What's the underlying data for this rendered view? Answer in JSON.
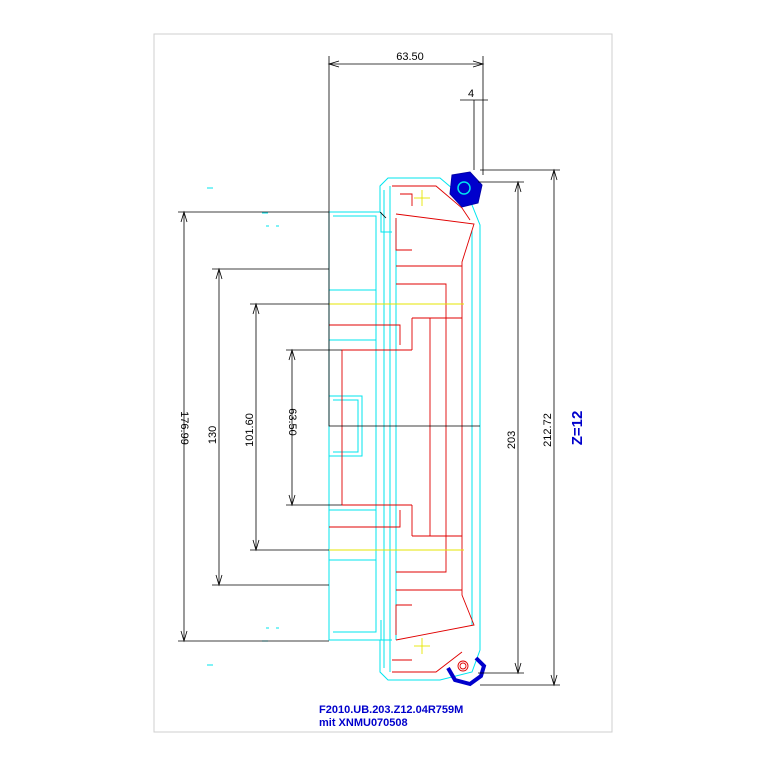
{
  "drawing": {
    "part_number": "F2010.UB.203.Z12.04R759M",
    "insert_note": "mit XNMU070508",
    "teeth_label": "Z=12",
    "dimensions": {
      "width": "63.50",
      "offset": "4",
      "d_outer": "212.72",
      "d_nominal": "203",
      "d_176": "176.99",
      "d_130": "130",
      "d_101": "101.60",
      "d_63": "63.50"
    },
    "colors": {
      "outline": "#00e5ee",
      "inner": "#e00000",
      "dimension": "#000000",
      "centerline": "#e6e600",
      "insert": "#0000cc",
      "label": "#0000cc"
    }
  }
}
